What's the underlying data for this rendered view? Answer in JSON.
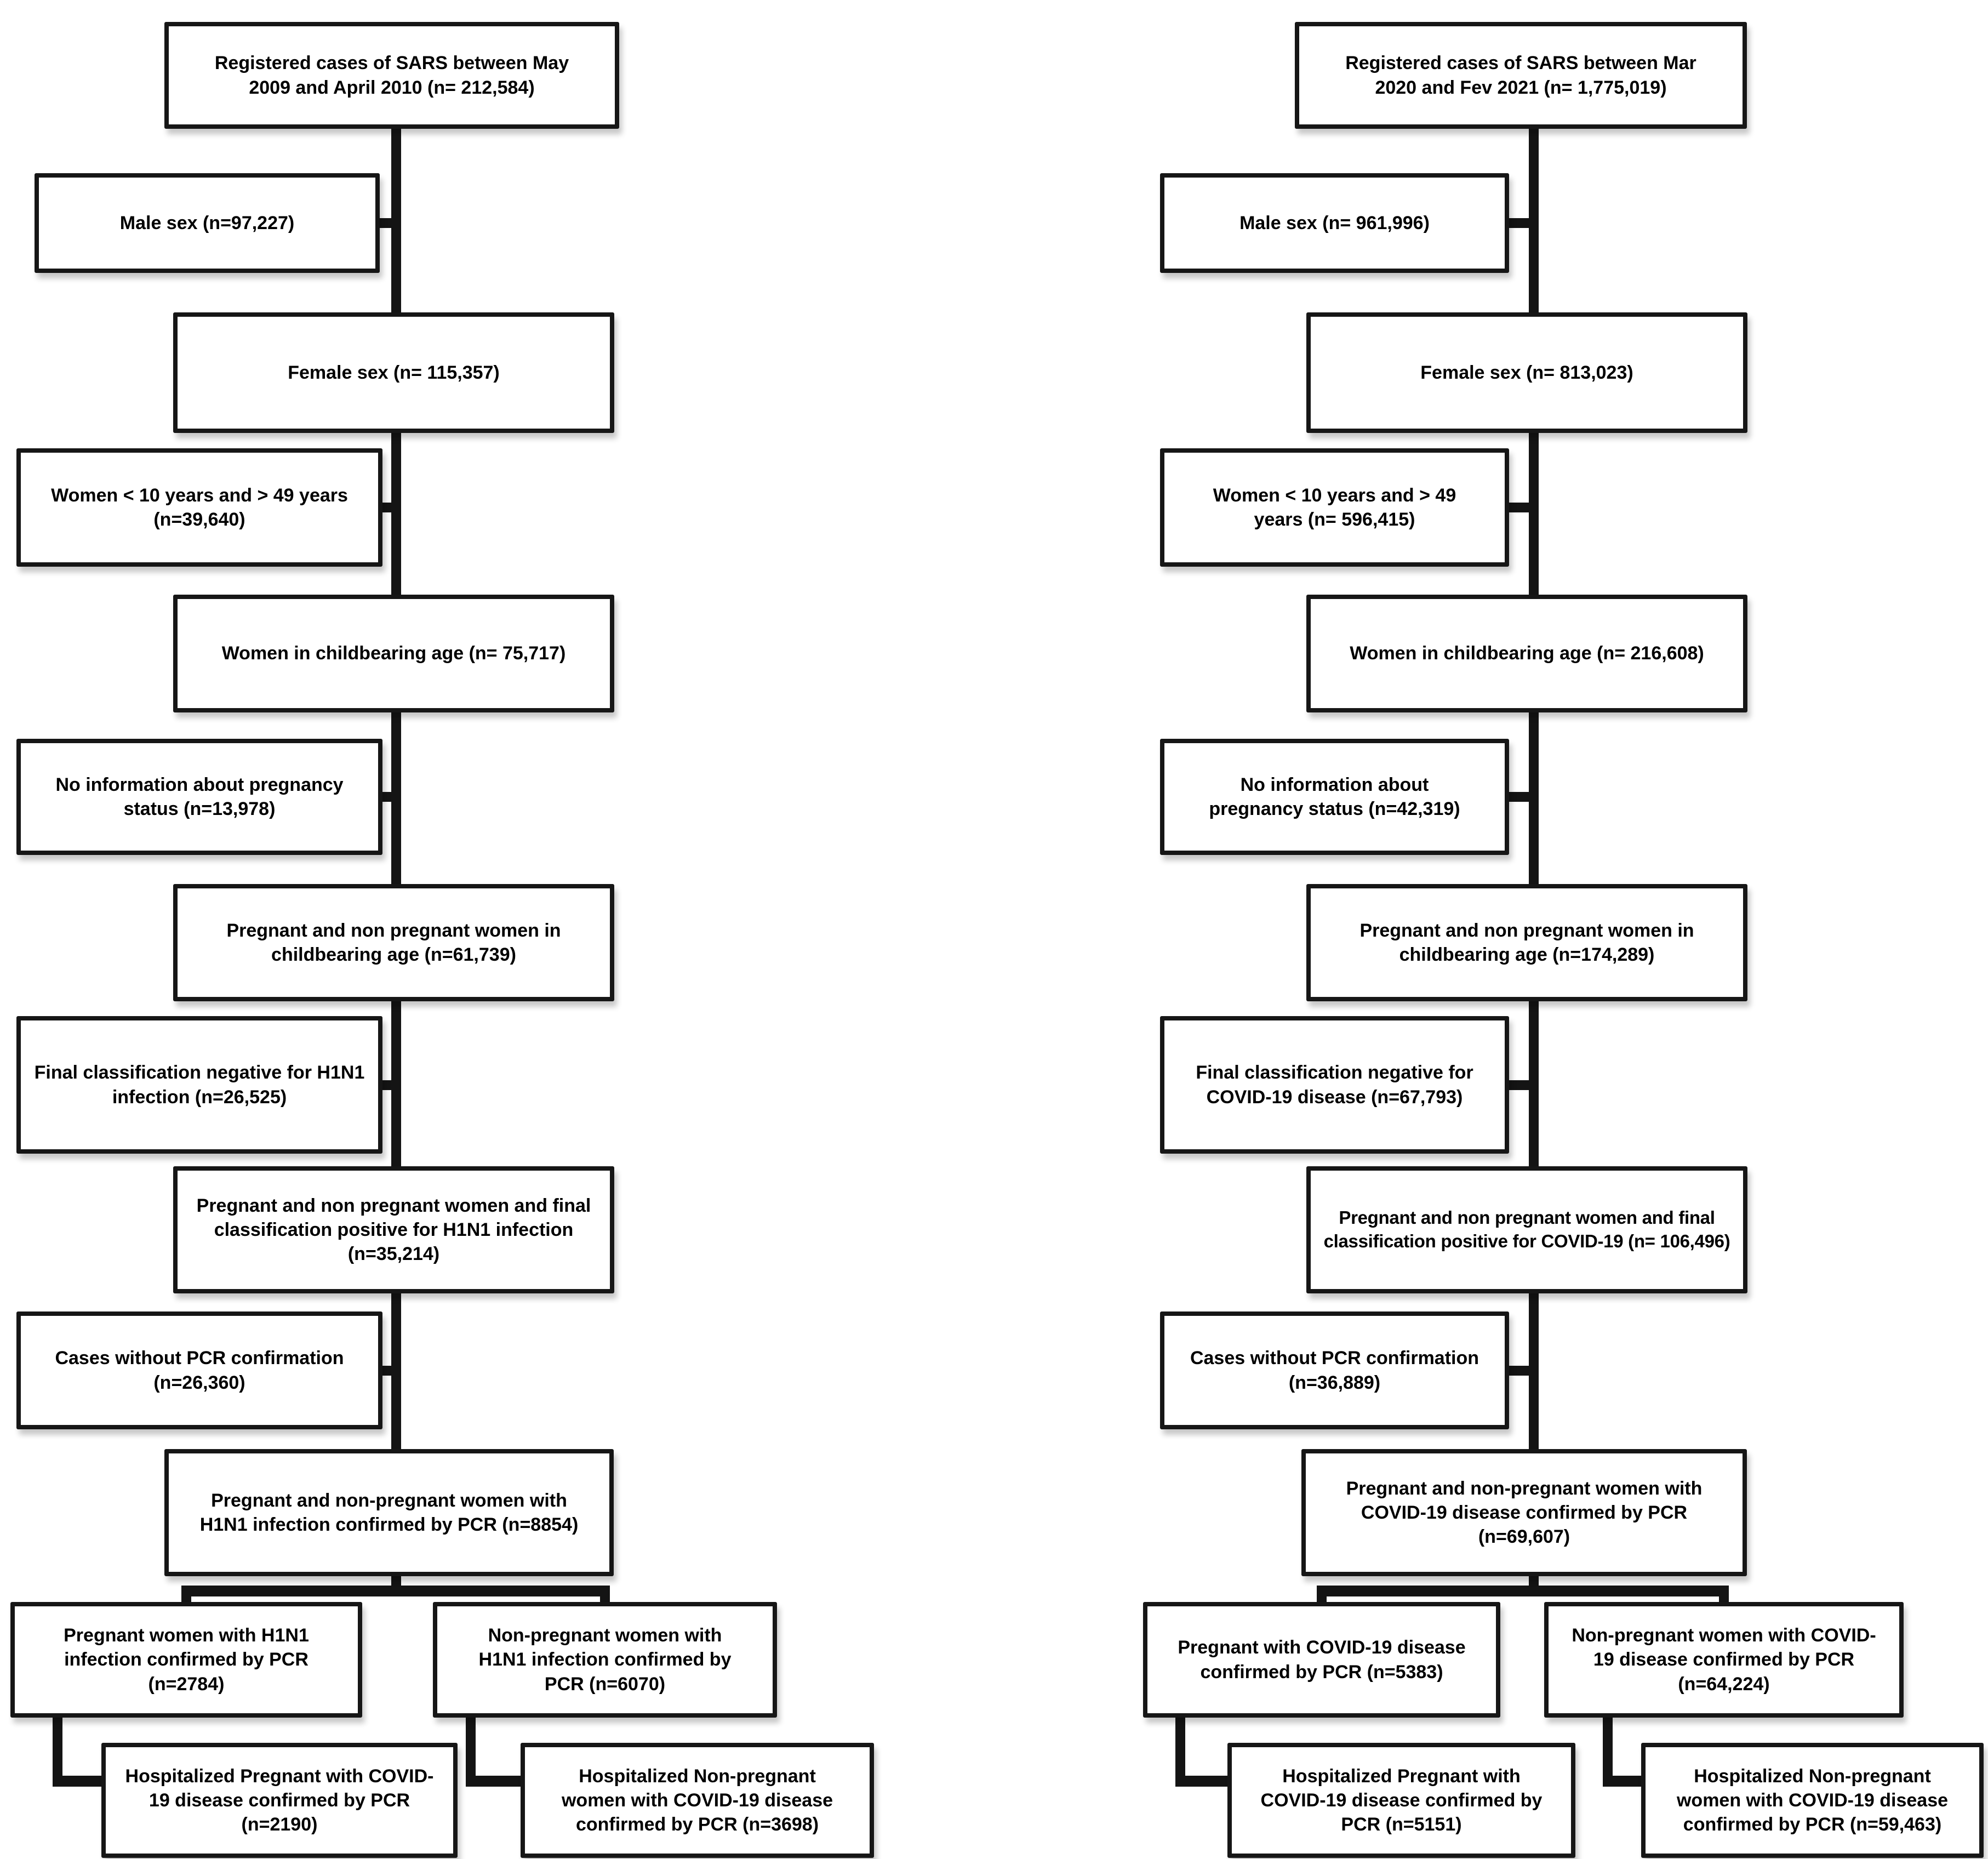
{
  "left_chart": {
    "registered_cases": "Registered cases of SARS  between May 2009 and April 2010 (n= 212,584)",
    "male_sex": "Male sex (n=97,227)",
    "female_sex": "Female sex (n= 115,357)",
    "age_exclusion": "Women < 10 years  and > 49 years (n=39,640)",
    "childbearing_age": "Women in childbearing age (n= 75,717)",
    "no_pregnancy_info": "No information about pregnancy status (n=13,978)",
    "pregnant_nonpregnant_childbearing": "Pregnant and non pregnant women in childbearing age (n=61,739)",
    "final_negative": "Final classification negative for H1N1 infection (n=26,525)",
    "final_positive": "Pregnant and non pregnant women and final classification positive for H1N1 infection (n=35,214)",
    "no_pcr_confirmation": "Cases without PCR confirmation (n=26,360)",
    "pcr_confirmed": "Pregnant and non-pregnant women  with H1N1 infection confirmed by PCR (n=8854)",
    "pregnant_pcr": "Pregnant women  with H1N1 infection confirmed by PCR (n=2784)",
    "nonpregnant_pcr": "Non-pregnant women  with H1N1 infection confirmed by PCR (n=6070)",
    "hospitalized_pregnant": "Hospitalized Pregnant with COVID-19 disease confirmed by PCR (n=2190)",
    "hospitalized_nonpregnant": "Hospitalized Non-pregnant women with COVID-19 disease confirmed by PCR (n=3698)"
  },
  "right_chart": {
    "registered_cases": "Registered cases of SARS  between Mar 2020 and Fev 2021 (n= 1,775,019)",
    "male_sex": "Male sex (n= 961,996)",
    "female_sex": "Female sex (n= 813,023)",
    "age_exclusion": "Women < 10 years  and > 49 years (n= 596,415)",
    "childbearing_age": "Women in childbearing age (n= 216,608)",
    "no_pregnancy_info": "No information about pregnancy status (n=42,319)",
    "pregnant_nonpregnant_childbearing": "Pregnant and non pregnant women in childbearing age (n=174,289)",
    "final_negative": "Final classification negative for COVID-19 disease (n=67,793)",
    "final_positive": "Pregnant and non pregnant women and final classification positive for COVID-19 (n= 106,496)",
    "no_pcr_confirmation": "Cases without PCR confirmation (n=36,889)",
    "pcr_confirmed": "Pregnant and non-pregnant women with COVID-19 disease confirmed by PCR (n=69,607)",
    "pregnant_pcr": "Pregnant with COVID-19 disease confirmed by PCR (n=5383)",
    "nonpregnant_pcr": "Non-pregnant women with COVID-19 disease confirmed by PCR (n=64,224)",
    "hospitalized_pregnant": "Hospitalized Pregnant with COVID-19 disease confirmed by PCR (n=5151)",
    "hospitalized_nonpregnant": "Hospitalized Non-pregnant women with COVID-19 disease confirmed by PCR (n=59,463)"
  }
}
